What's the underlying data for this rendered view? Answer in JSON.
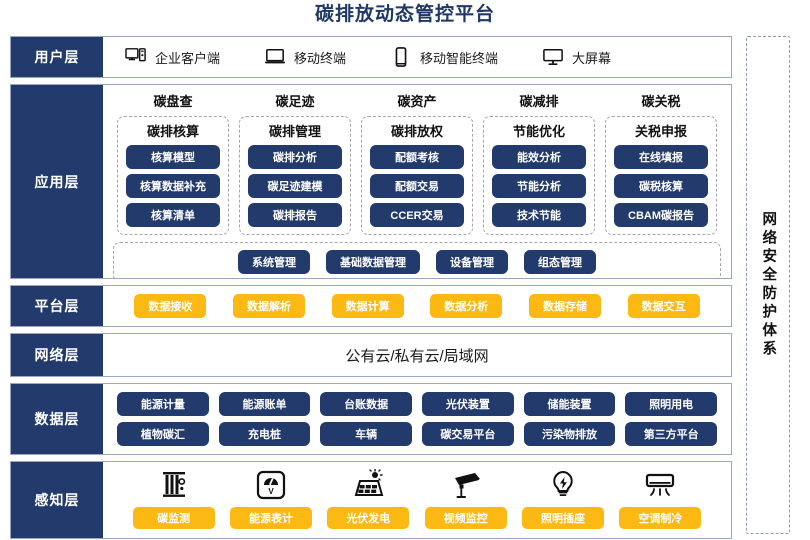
{
  "title": "碳排放动态管控平台",
  "security_band": {
    "label": "网络安全防护体系"
  },
  "layers": {
    "user": {
      "label": "用户层",
      "items": [
        {
          "icon": "desktop-tower-icon",
          "label": "企业客户端"
        },
        {
          "icon": "laptop-icon",
          "label": "移动终端"
        },
        {
          "icon": "smartphone-icon",
          "label": "移动智能终端"
        },
        {
          "icon": "monitor-icon",
          "label": "大屏幕"
        }
      ]
    },
    "application": {
      "label": "应用层",
      "columns": [
        {
          "title": "碳盘查",
          "subtitle": "碳排核算",
          "items": [
            "核算模型",
            "核算数据补充",
            "核算清单"
          ]
        },
        {
          "title": "碳足迹",
          "subtitle": "碳排管理",
          "items": [
            "碳排分析",
            "碳足迹建模",
            "碳排报告"
          ]
        },
        {
          "title": "碳资产",
          "subtitle": "碳排放权",
          "items": [
            "配额考核",
            "配额交易",
            "CCER交易"
          ]
        },
        {
          "title": "碳减排",
          "subtitle": "节能优化",
          "items": [
            "能效分析",
            "节能分析",
            "技术节能"
          ]
        },
        {
          "title": "碳关税",
          "subtitle": "关税申报",
          "items": [
            "在线填报",
            "碳税核算",
            "CBAM碳报告"
          ]
        }
      ],
      "bottom_items": [
        "系统管理",
        "基础数据管理",
        "设备管理",
        "组态管理"
      ]
    },
    "platform": {
      "label": "平台层",
      "items": [
        "数据接收",
        "数据解析",
        "数据计算",
        "数据分析",
        "数据存储",
        "数据交互"
      ]
    },
    "network": {
      "label": "网络层",
      "text": "公有云/私有云/局域网"
    },
    "data": {
      "label": "数据层",
      "row1": [
        "能源计量",
        "能源账单",
        "台账数据",
        "光伏装置",
        "储能装置",
        "照明用电"
      ],
      "row2": [
        "植物碳汇",
        "充电桩",
        "车辆",
        "碳交易平台",
        "污染物排放",
        "第三方平台"
      ]
    },
    "sensing": {
      "label": "感知层",
      "items": [
        {
          "icon": "carbon-monitor-icon",
          "label": "碳监测"
        },
        {
          "icon": "energy-meter-icon",
          "label": "能源表计"
        },
        {
          "icon": "solar-panel-icon",
          "label": "光伏发电"
        },
        {
          "icon": "cctv-camera-icon",
          "label": "视频监控"
        },
        {
          "icon": "light-bulb-icon",
          "label": "照明插座"
        },
        {
          "icon": "air-conditioner-icon",
          "label": "空调制冷"
        }
      ]
    }
  },
  "colors": {
    "navy": "#233a6c",
    "title_navy": "#1f3864",
    "amber": "#fcb813",
    "border": "#9aa7c4",
    "dashed": "#a6a6a6"
  }
}
